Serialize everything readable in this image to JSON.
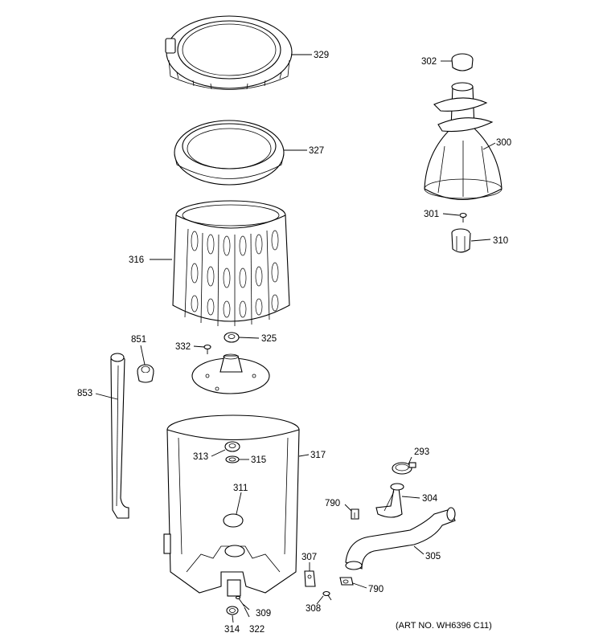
{
  "art_no": "(ART NO. WH6396 C11)",
  "parts": {
    "p329": "329",
    "p327": "327",
    "p316": "316",
    "p302": "302",
    "p300": "300",
    "p301": "301",
    "p310": "310",
    "p851": "851",
    "p853": "853",
    "p332": "332",
    "p325": "325",
    "p317": "317",
    "p313": "313",
    "p315": "315",
    "p311": "311",
    "p293": "293",
    "p304": "304",
    "p790a": "790",
    "p305": "305",
    "p307": "307",
    "p790b": "790",
    "p308": "308",
    "p309": "309",
    "p314": "314",
    "p322": "322"
  }
}
